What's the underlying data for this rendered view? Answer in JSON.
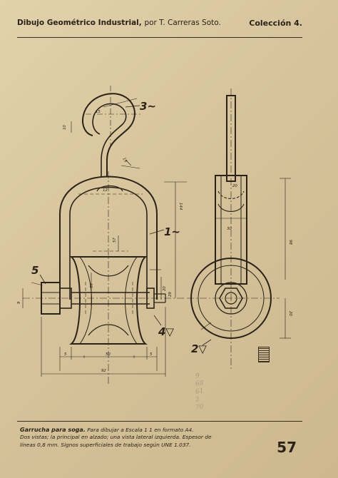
{
  "header": {
    "title": "Dibujo Geométrico Industrial,",
    "author": "por T. Carreras Soto.",
    "collection": "Colección 4."
  },
  "drawing": {
    "part_labels": [
      "3~",
      "1~",
      "5",
      "4▽",
      "2▽"
    ],
    "dimensions": [
      "10",
      "15",
      "15",
      "144",
      "57",
      "12",
      "20",
      "59",
      "98",
      "20",
      "9",
      "29",
      "5",
      "50",
      "5",
      "92",
      "30",
      "20"
    ]
  },
  "caption": {
    "title": "Garrucha para soga.",
    "line1": "Para dibujar a Escala 1 1 en formato A4.",
    "line2": "Dos vistas; la principal en alzado; una vista lateral izquierda. Espesor de",
    "line3": "líneas 0,8 mm. Signos superficiales de trabajo según UNE 1.037."
  },
  "handwritten_notes": [
    "9",
    "68",
    "61",
    "2",
    "70"
  ],
  "page_number": "57",
  "colors": {
    "paper": "#d9c7a1",
    "ink": "#2b2218"
  }
}
